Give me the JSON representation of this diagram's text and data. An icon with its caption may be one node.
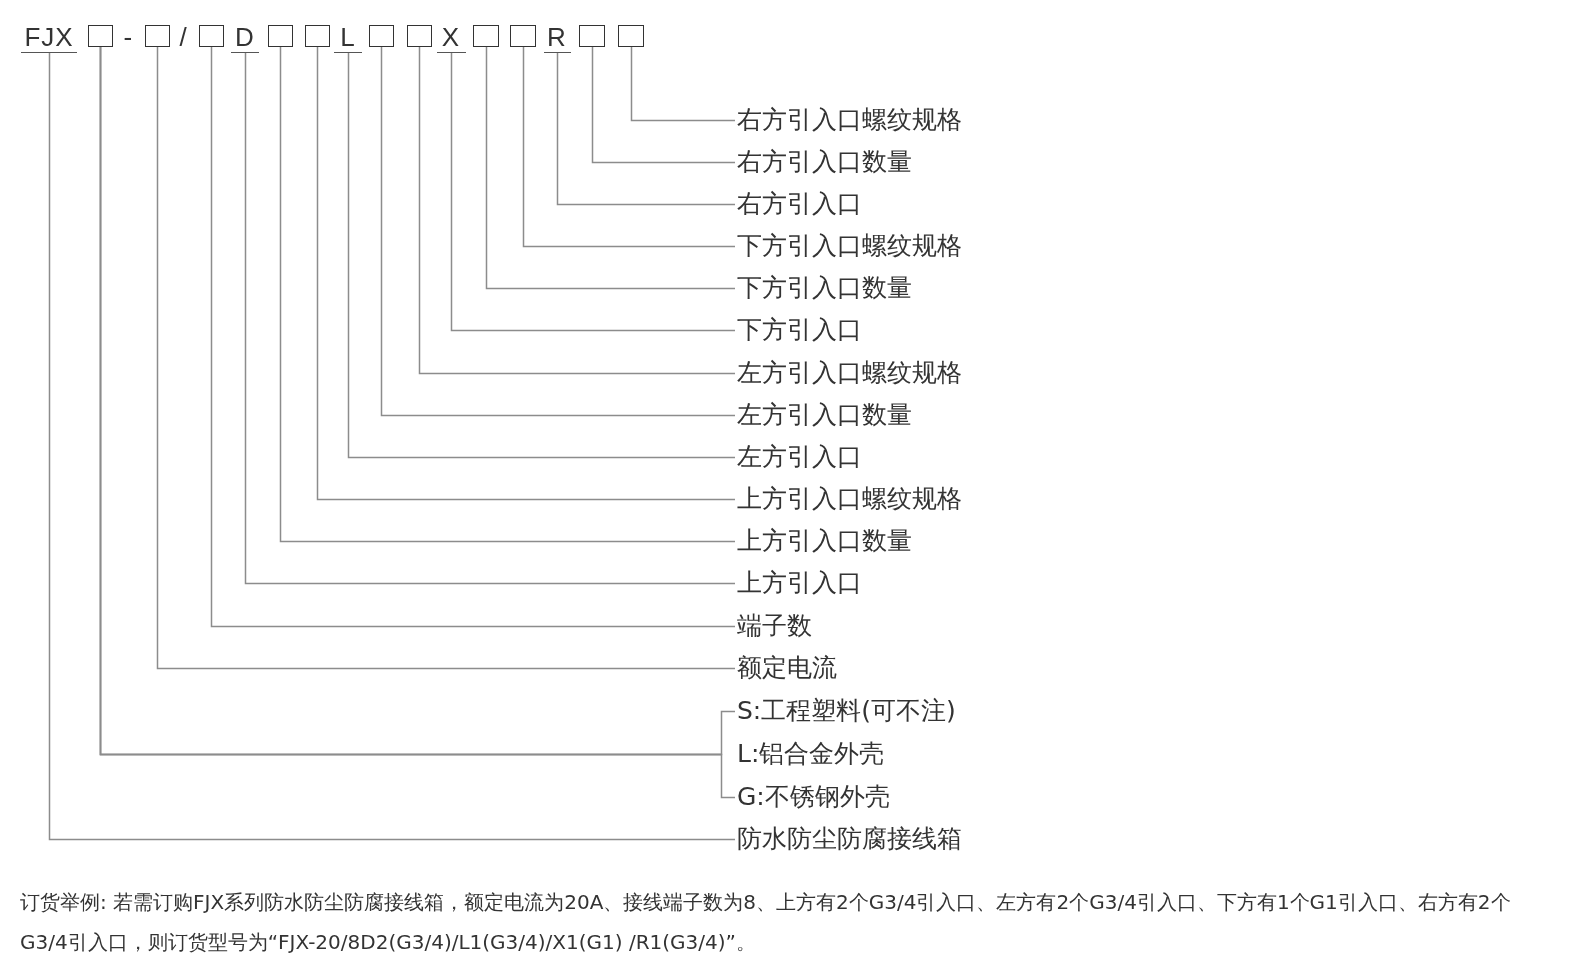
{
  "diagram": {
    "nodes": [
      {
        "text": [
          "FJX"
        ]
      },
      {
        "text": [],
        "shape": "box"
      },
      {
        "text": [],
        "shape": "box"
      },
      {
        "text": [],
        "shape": "box"
      },
      {
        "text": [
          "D"
        ]
      },
      {
        "text": [],
        "shape": "box"
      },
      {
        "text": [],
        "shape": "box"
      },
      {
        "text": [
          "L"
        ]
      },
      {
        "text": [],
        "shape": "box"
      },
      {
        "text": [],
        "shape": "box"
      },
      {
        "text": [
          "X"
        ]
      },
      {
        "text": [],
        "shape": "box"
      },
      {
        "text": [],
        "shape": "box"
      },
      {
        "text": [
          "R"
        ]
      },
      {
        "text": [],
        "shape": "box"
      },
      {
        "text": [],
        "shape": "box"
      },
      {
        "text": [
          "右方引入口螺纹规格"
        ]
      },
      {
        "text": [
          "右方引入口数量"
        ]
      },
      {
        "text": [
          "右方引入口"
        ]
      },
      {
        "text": [
          "下方引入口螺纹规格"
        ]
      },
      {
        "text": [
          "下方引入口数量"
        ]
      },
      {
        "text": [
          "下方引入口"
        ]
      },
      {
        "text": [
          "左方引入口螺纹规格"
        ]
      },
      {
        "text": [
          "左方引入口数量"
        ]
      },
      {
        "text": [
          "左方引入口"
        ]
      },
      {
        "text": [
          "上方引入口螺纹规格"
        ]
      },
      {
        "text": [
          "上方引入口数量"
        ]
      },
      {
        "text": [
          "上方引入口"
        ]
      },
      {
        "text": [
          "端子数"
        ]
      },
      {
        "text": [
          "额定电流"
        ]
      },
      {
        "text": [
          "S:工程塑料(可不注)"
        ]
      },
      {
        "text": [
          "L:铝合金外壳"
        ]
      },
      {
        "text": [
          "G:不锈钢外壳"
        ]
      },
      {
        "text": [
          "防水防尘防腐接线箱"
        ]
      }
    ],
    "edges": [
      {
        "from": 0,
        "to": 33,
        "arrow": "none"
      },
      {
        "from": 1,
        "to": 30,
        "arrow": "none"
      },
      {
        "from": 1,
        "to": 31,
        "arrow": "none"
      },
      {
        "from": 1,
        "to": 32,
        "arrow": "none"
      },
      {
        "from": 2,
        "to": 29,
        "arrow": "none"
      },
      {
        "from": 3,
        "to": 28,
        "arrow": "none"
      },
      {
        "from": 4,
        "to": 27,
        "arrow": "none"
      },
      {
        "from": 5,
        "to": 26,
        "arrow": "none"
      },
      {
        "from": 6,
        "to": 25,
        "arrow": "none"
      },
      {
        "from": 7,
        "to": 24,
        "arrow": "none"
      },
      {
        "from": 8,
        "to": 23,
        "arrow": "none"
      },
      {
        "from": 9,
        "to": 22,
        "arrow": "none"
      },
      {
        "from": 10,
        "to": 21,
        "arrow": "none"
      },
      {
        "from": 11,
        "to": 20,
        "arrow": "none"
      },
      {
        "from": 12,
        "to": 19,
        "arrow": "none"
      },
      {
        "from": 13,
        "to": 18,
        "arrow": "none"
      },
      {
        "from": 14,
        "to": 17,
        "arrow": "none"
      },
      {
        "from": 15,
        "to": 16,
        "arrow": "none"
      }
    ],
    "labels": [
      "-",
      "/",
      "订货举例: 若需订购FJX系列防水防尘防腐接线箱，额定电流为20A、接线端子数为8、上方有2个G3/4引入口、左方有2个G3/4引入口、下方有1个G1引入口、右方有2个G3/4引入口，则订货型号为“FJX-20/8D2(G3/4)/L1(G3/4)/X1(G1) /R1(G3/4)”。"
    ]
  }
}
